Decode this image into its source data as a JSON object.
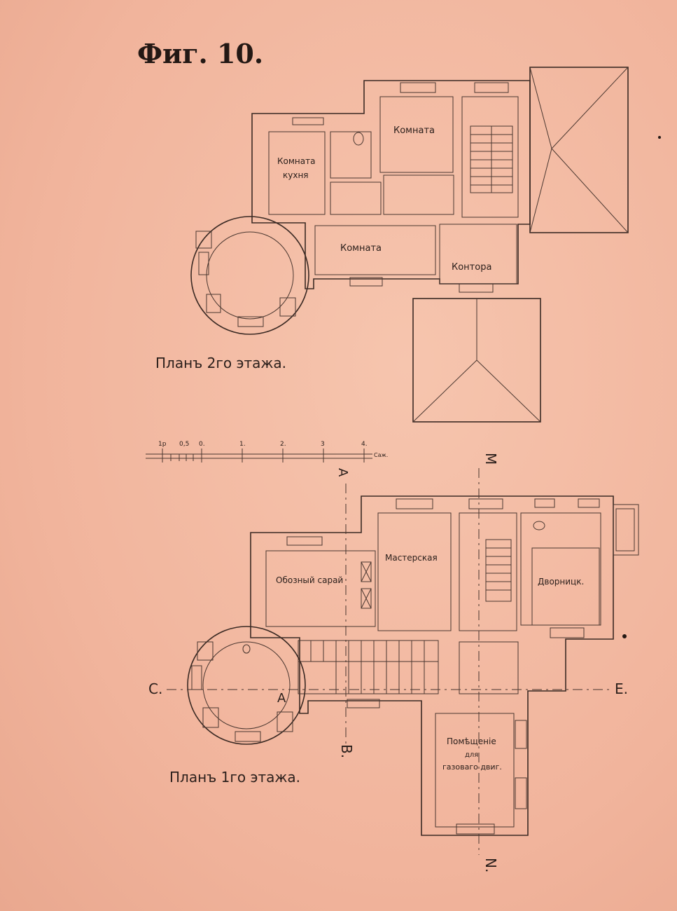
{
  "figure_label": "Фиг. 10.",
  "upper_plan": {
    "caption": "Планъ 2го этажа.",
    "rooms": {
      "room_kitchen_1": "Комната",
      "room_kitchen_2": "кухня",
      "room_ne": "Комната",
      "room_center": "Комната",
      "office": "Контора"
    }
  },
  "scale_bar": {
    "ticks": [
      "1р",
      "0,5",
      "0.",
      "1.",
      "2.",
      "3",
      "4."
    ],
    "unit": "Саж."
  },
  "lower_plan": {
    "caption": "Планъ 1го этажа.",
    "rooms": {
      "carriage_shed": "Обозный сарай",
      "workshop": "Мастерская",
      "janitor": "Дворницк.",
      "gas_1": "Помѣщеніе",
      "gas_2": "для",
      "gas_3": "газоваго двиг."
    },
    "section_marks": {
      "top": "М",
      "left_top": "А",
      "left": "С.",
      "right": "Е.",
      "bottom_b": "В.",
      "bottom": "N.",
      "center": "А"
    }
  }
}
